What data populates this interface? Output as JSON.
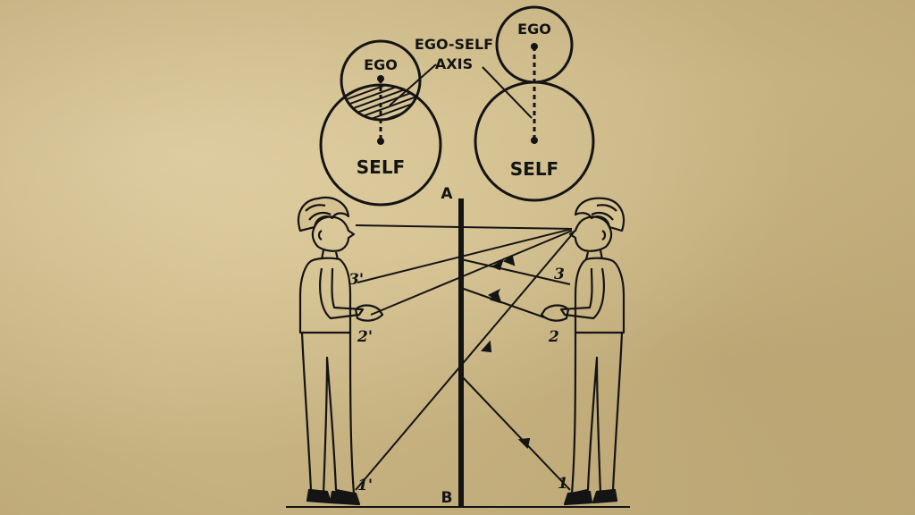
{
  "diagram": {
    "left_model": {
      "ego_label": "EGO",
      "self_label": "SELF"
    },
    "right_model": {
      "ego_label": "EGO",
      "self_label": "SELF"
    },
    "axis_label_line1": "EGO-SELF",
    "axis_label_line2": "AXIS",
    "mirror_top_label": "A",
    "mirror_bottom_label": "B",
    "left_figure_marks": [
      "3'",
      "2'",
      "1'"
    ],
    "right_figure_marks": [
      "3",
      "2",
      "1"
    ]
  },
  "colors": {
    "paper": "#d6c290",
    "ink": "#141414"
  }
}
